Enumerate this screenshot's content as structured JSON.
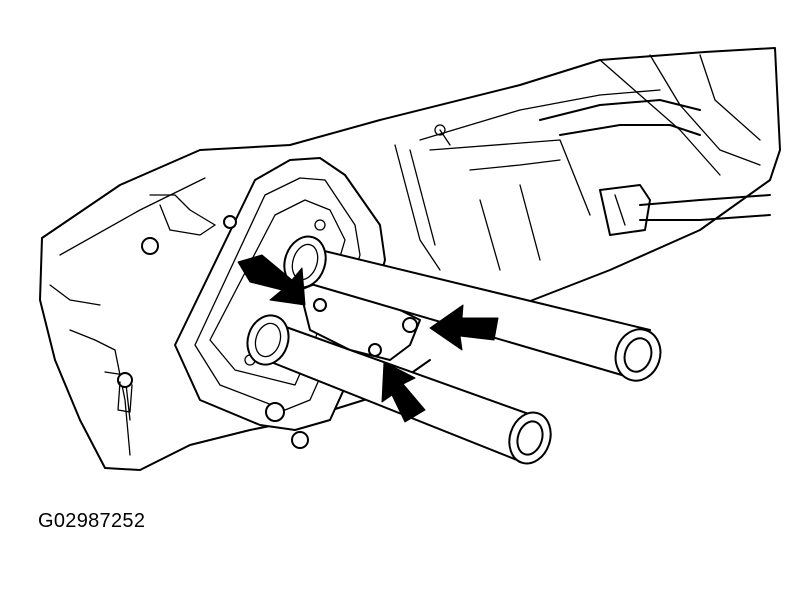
{
  "figure": {
    "id_label": "G02987252",
    "colors": {
      "line": "#000000",
      "background": "#ffffff"
    },
    "callouts": [
      {
        "name": "arrow-upper-left",
        "points_to": "upper-pipe-flange"
      },
      {
        "name": "arrow-right",
        "points_to": "pipe-bracket"
      },
      {
        "name": "arrow-lower",
        "points_to": "bracket-bolt"
      }
    ]
  }
}
